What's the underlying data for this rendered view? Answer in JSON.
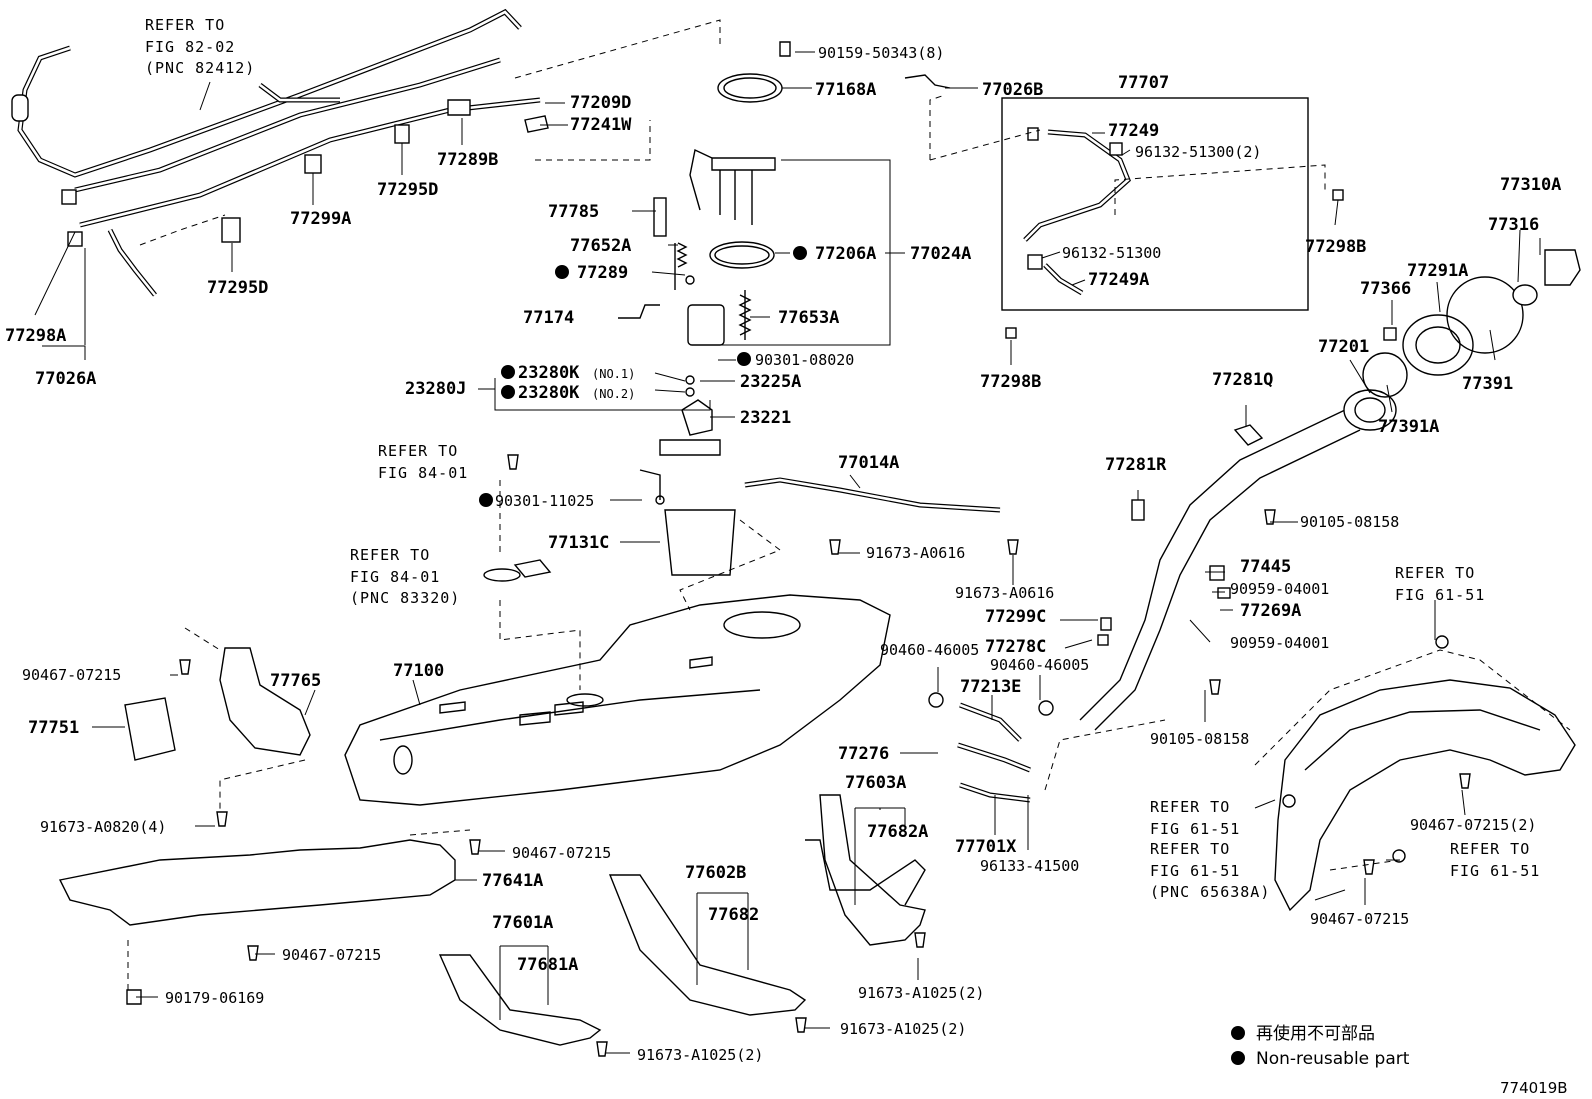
{
  "figure_id": "774019B",
  "legend": {
    "items": [
      {
        "symbol": "bullet-icon",
        "text": "再使用不可部品"
      },
      {
        "symbol": "bullet-icon",
        "text": "Non-reusable part"
      }
    ]
  },
  "refs": [
    {
      "line1": "REFER TO",
      "line2": "FIG 82-02",
      "line3": "(PNC 82412)"
    },
    {
      "line1": "REFER TO",
      "line2": "FIG 84-01",
      "line3": ""
    },
    {
      "line1": "REFER TO",
      "line2": "FIG 84-01",
      "line3": "(PNC 83320)"
    },
    {
      "line1": "REFER TO",
      "line2": "FIG 61-51",
      "line3": ""
    },
    {
      "line1": "REFER TO",
      "line2": "FIG 61-51",
      "line3": ""
    },
    {
      "line1": "REFER TO",
      "line2": "FIG 61-51",
      "line3": "(PNC 65638A)"
    },
    {
      "line1": "REFER TO",
      "line2": "FIG 61-51",
      "line3": ""
    }
  ],
  "parts": [
    "90159-50343(8)",
    "77168A",
    "77026B",
    "77707",
    "77209D",
    "77241W",
    "77289B",
    "77295D",
    "77299A",
    "77295D",
    "77298A",
    "77026A",
    "77249",
    "96132-51300(2)",
    "96132-51300",
    "77249A",
    "77298B",
    "77298B",
    "77310A",
    "77316",
    "77291A",
    "77366",
    "77391",
    "77201",
    "77391A",
    "77785",
    "77652A",
    "77289",
    "77206A",
    "77024A",
    "77174",
    "77653A",
    "90301-08020",
    "23280K",
    "(NO.1)",
    "23280K",
    "(NO.2)",
    "23280J",
    "23225A",
    "23221",
    "90301-11025",
    "77131C",
    "77014A",
    "91673-A0616",
    "91673-A0616",
    "77281Q",
    "77281R",
    "90105-08158",
    "77445",
    "90959-04001",
    "77269A",
    "90959-04001",
    "77299C",
    "77278C",
    "90460-46005",
    "90460-46005",
    "77213E",
    "90105-08158",
    "77276",
    "77603A",
    "77682A",
    "77701X",
    "96133-41500",
    "90467-07215",
    "77765",
    "77751",
    "77100",
    "91673-A0820(4)",
    "90467-07215",
    "77641A",
    "90467-07215",
    "90179-06169",
    "77602B",
    "77682",
    "77601A",
    "77681A",
    "91673-A1025(2)",
    "91673-A1025(2)",
    "91673-A1025(2)",
    "90467-07215(2)",
    "90467-07215"
  ]
}
